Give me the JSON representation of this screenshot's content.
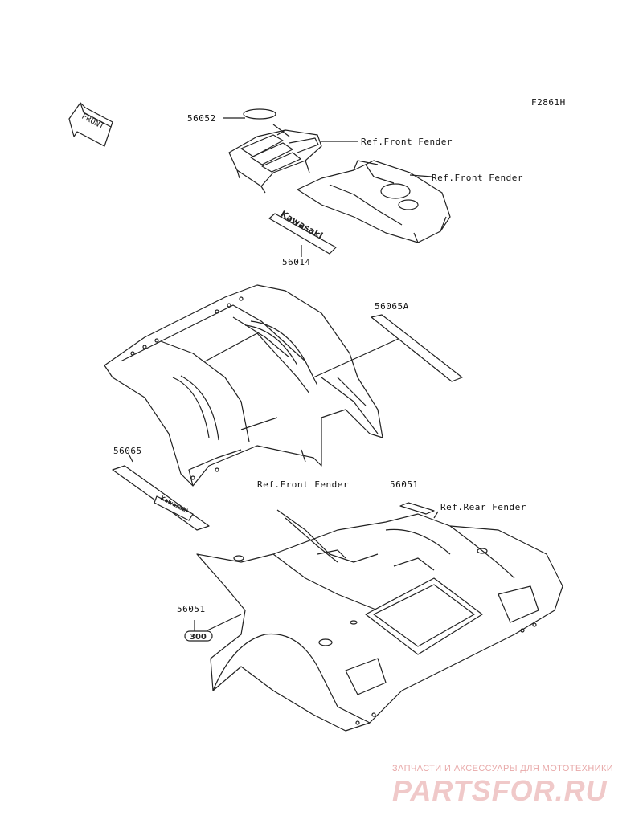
{
  "figure_code": "F2861H",
  "front_arrow_label": "FRONT",
  "parts": [
    {
      "number": "56052"
    },
    {
      "number": "56014"
    },
    {
      "number": "56065A"
    },
    {
      "number": "56065"
    },
    {
      "number": "56051"
    },
    {
      "number": "56051"
    }
  ],
  "references": [
    {
      "text": "Ref.Front Fender"
    },
    {
      "text": "Ref.Front Fender"
    },
    {
      "text": "Ref.Front Fender"
    },
    {
      "text": "Ref.Rear Fender"
    }
  ],
  "decal_text": {
    "kawasaki_emblem": "Kawasaki",
    "side_decal": "Kawasaki",
    "model_emblem": "300"
  },
  "watermark": {
    "tagline": "ЗАПЧАСТИ И АКСЕССУАРЫ ДЛЯ МОТОТЕХНИКИ",
    "brand": "PARTSFOR.RU"
  }
}
